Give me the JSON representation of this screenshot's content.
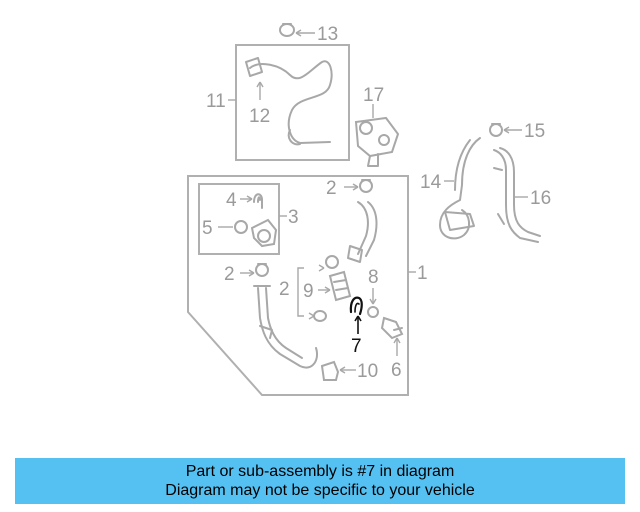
{
  "diagram": {
    "callouts": {
      "c1": "1",
      "c2a": "2",
      "c2b": "2",
      "c2c": "2",
      "c3": "3",
      "c4": "4",
      "c5": "5",
      "c6": "6",
      "c7": "7",
      "c8": "8",
      "c9": "9",
      "c10": "10",
      "c11": "11",
      "c12": "12",
      "c13": "13",
      "c14": "14",
      "c15": "15",
      "c16": "16",
      "c17": "17"
    },
    "highlight_color": "#111111",
    "part_color": "#a8a8a8"
  },
  "banner": {
    "line1": "Part or sub-assembly is #7 in diagram",
    "line2": "Diagram may not be specific to your vehicle",
    "color": "#55c1f2"
  }
}
